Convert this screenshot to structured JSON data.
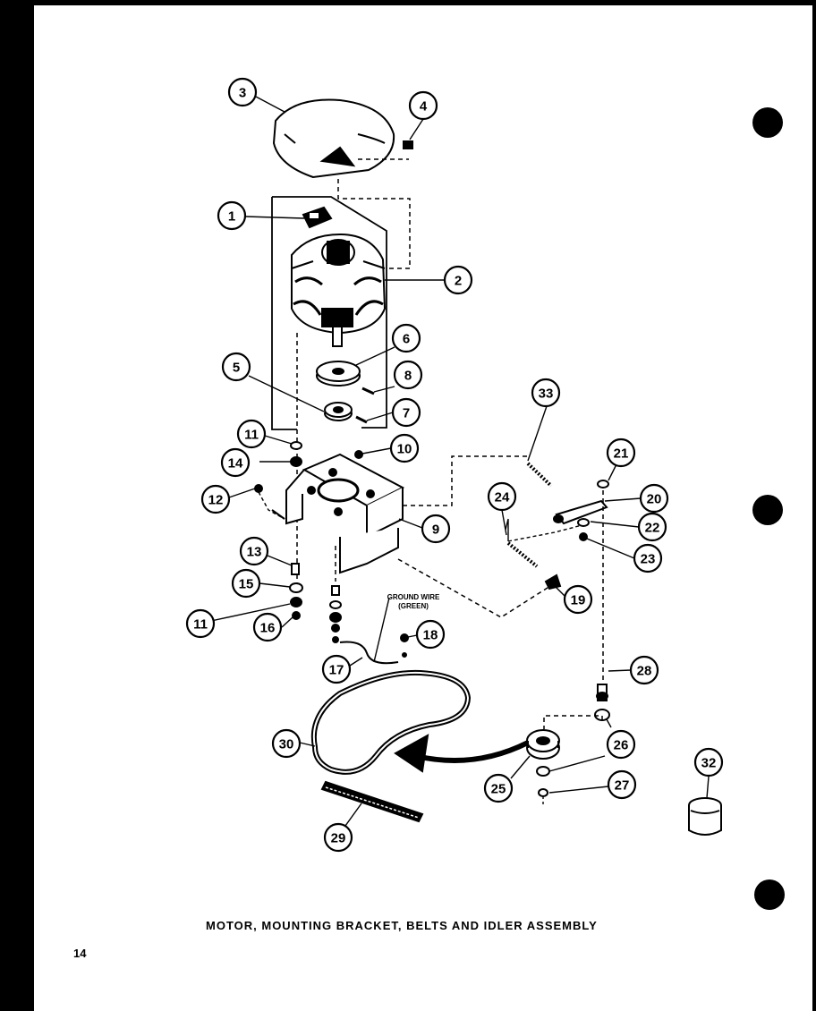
{
  "caption": "MOTOR, MOUNTING BRACKET, BELTS AND IDLER ASSEMBLY",
  "page_number": "14",
  "ground_wire_label": [
    "GROUND WIRE",
    "(GREEN)"
  ],
  "callouts": [
    "1",
    "2",
    "3",
    "4",
    "5",
    "6",
    "7",
    "8",
    "9",
    "10",
    "11",
    "11",
    "12",
    "13",
    "14",
    "15",
    "16",
    "17",
    "18",
    "19",
    "20",
    "21",
    "22",
    "23",
    "24",
    "25",
    "26",
    "27",
    "28",
    "29",
    "30",
    "32",
    "33"
  ],
  "colors": {
    "ink": "#000000",
    "paper": "#ffffff",
    "background": "#000000"
  }
}
